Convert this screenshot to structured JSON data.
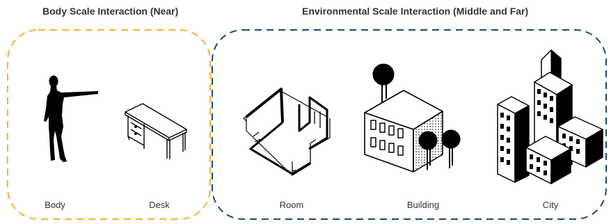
{
  "groups": {
    "near": {
      "title": "Body Scale Interaction (Near)",
      "color": "#F2B134"
    },
    "far": {
      "title": "Environmental Scale Interaction (Middle and Far)",
      "color": "#1E4A6E"
    }
  },
  "items": [
    {
      "label": "Body",
      "icon": "human-silhouette-icon"
    },
    {
      "label": "Desk",
      "icon": "desk-icon"
    },
    {
      "label": "Room",
      "icon": "room-icon"
    },
    {
      "label": "Building",
      "icon": "building-icon"
    },
    {
      "label": "City",
      "icon": "city-icon"
    }
  ]
}
